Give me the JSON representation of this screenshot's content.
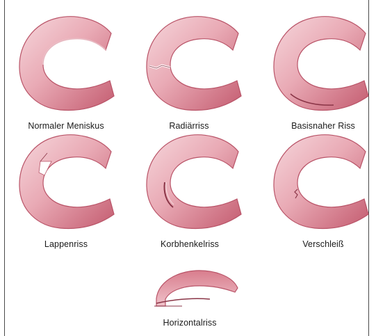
{
  "diagram": {
    "labels": {
      "normal": "Normaler Meniskus",
      "radial": "Radiärriss",
      "basisnah": "Basisnaher Riss",
      "lappen": "Lappenriss",
      "korbhenkel": "Korbhenkelriss",
      "verschleiss": "Verschleiß",
      "horizontal": "Horizontalriss"
    },
    "colors": {
      "meniscus_outer": "#c85f73",
      "meniscus_mid": "#e4a0ac",
      "meniscus_inner": "#f3cfd5",
      "tear_line": "#8a3547",
      "frame_line": "#4a4a4a"
    }
  }
}
